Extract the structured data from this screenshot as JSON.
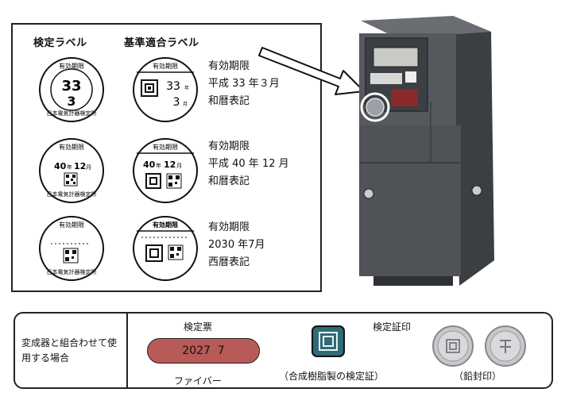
{
  "headers": {
    "inspection": "検定ラベル",
    "standard": "基準適合ラベル"
  },
  "seal_texts": {
    "ring_top": "有効期限",
    "ring_bottom": "日本電気計器検定所",
    "r1_num": "33",
    "r1_month": "3",
    "r2_num": "40",
    "r2_year_char": "年",
    "r2_month": "12",
    "r2_month_char": "月",
    "s1_num": "33",
    "s1_year_char": "年",
    "s1_month": "3",
    "s1_month_char": "月"
  },
  "rows": [
    {
      "desc1": "有効期限",
      "desc2": "平成 33 年３月",
      "desc3": "和暦表記"
    },
    {
      "desc1": "有効期限",
      "desc2": "平成 40 年 12 月",
      "desc3": "和暦表記"
    },
    {
      "desc1": "有効期限",
      "desc2": "2030 年7月",
      "desc3": "西暦表記"
    }
  ],
  "bottom": {
    "condition": "変成器と組合わせて使用する場合",
    "ticket_label": "検定票",
    "ticket_value": "2027  7",
    "fiber_label": "ファイバー",
    "cert_label": "検定証印",
    "cert_caption": "（合成樹脂製の検定証）",
    "lead_caption": "（鉛封印）"
  },
  "colors": {
    "ticket_fill": "#b85a57",
    "meter_body": "#4f5257",
    "meter_light": "#6a6e73",
    "border": "#222222"
  }
}
